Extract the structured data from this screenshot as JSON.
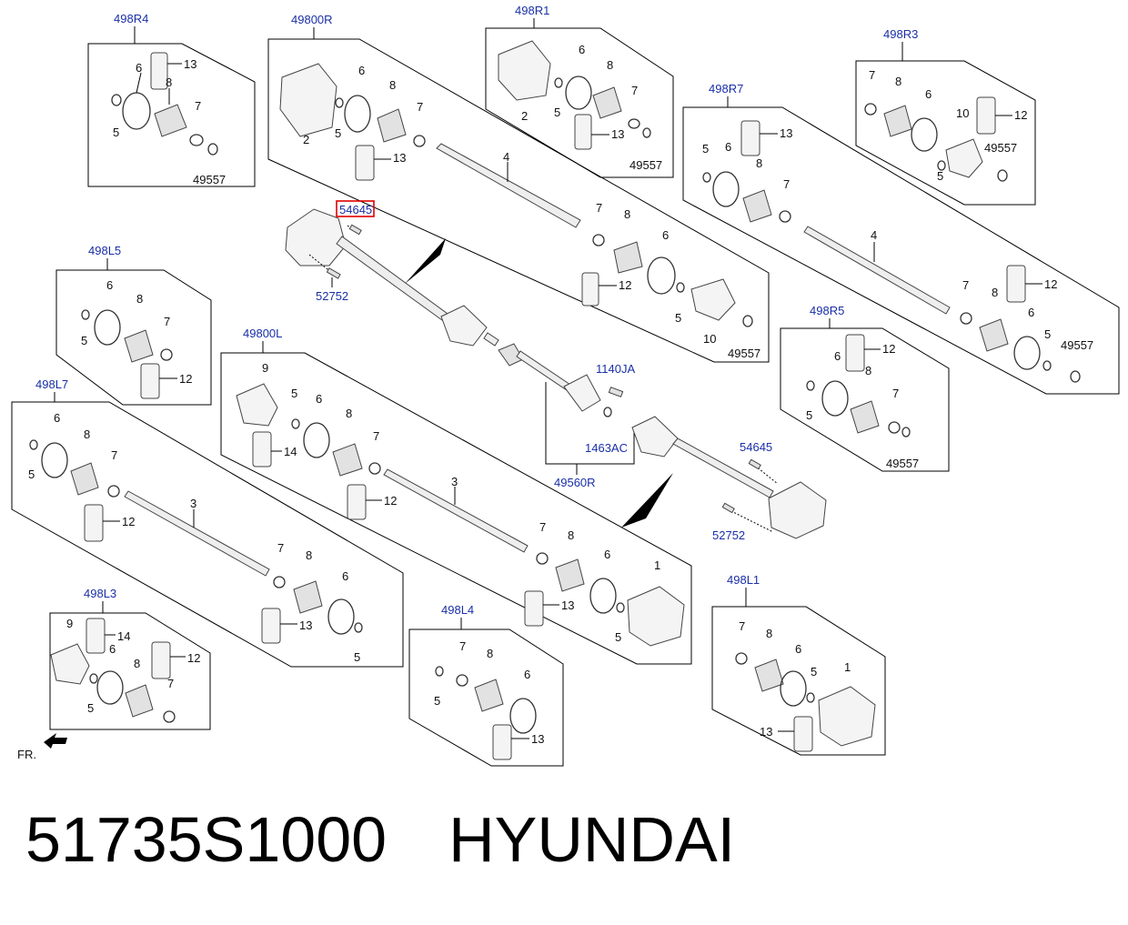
{
  "groups": {
    "r4": "498R4",
    "r800": "49800R",
    "r1": "498R1",
    "r3": "498R3",
    "r7": "498R7",
    "l5": "498L5",
    "l800": "49800L",
    "l7": "498L7",
    "r5": "498R5",
    "l3": "498L3",
    "l4": "498L4",
    "l1": "498L1",
    "l560": "49560R"
  },
  "parts": {
    "p1": "1",
    "p2": "2",
    "p3": "3",
    "p4": "4",
    "p5": "5",
    "p6": "6",
    "p7": "7",
    "p8": "8",
    "p9": "9",
    "p10": "10",
    "p12": "12",
    "p13": "13",
    "p14": "14",
    "p49557": "49557",
    "p54645": "54645",
    "p52752": "52752",
    "p1140JA": "1140JA",
    "p1463AC": "1463AC"
  },
  "orientation": "FR.",
  "part_number": "51735S1000",
  "brand": "HYUNDAI",
  "colors": {
    "group_label": "#1a2fa8",
    "highlight": "#e00000",
    "line": "#000000"
  }
}
